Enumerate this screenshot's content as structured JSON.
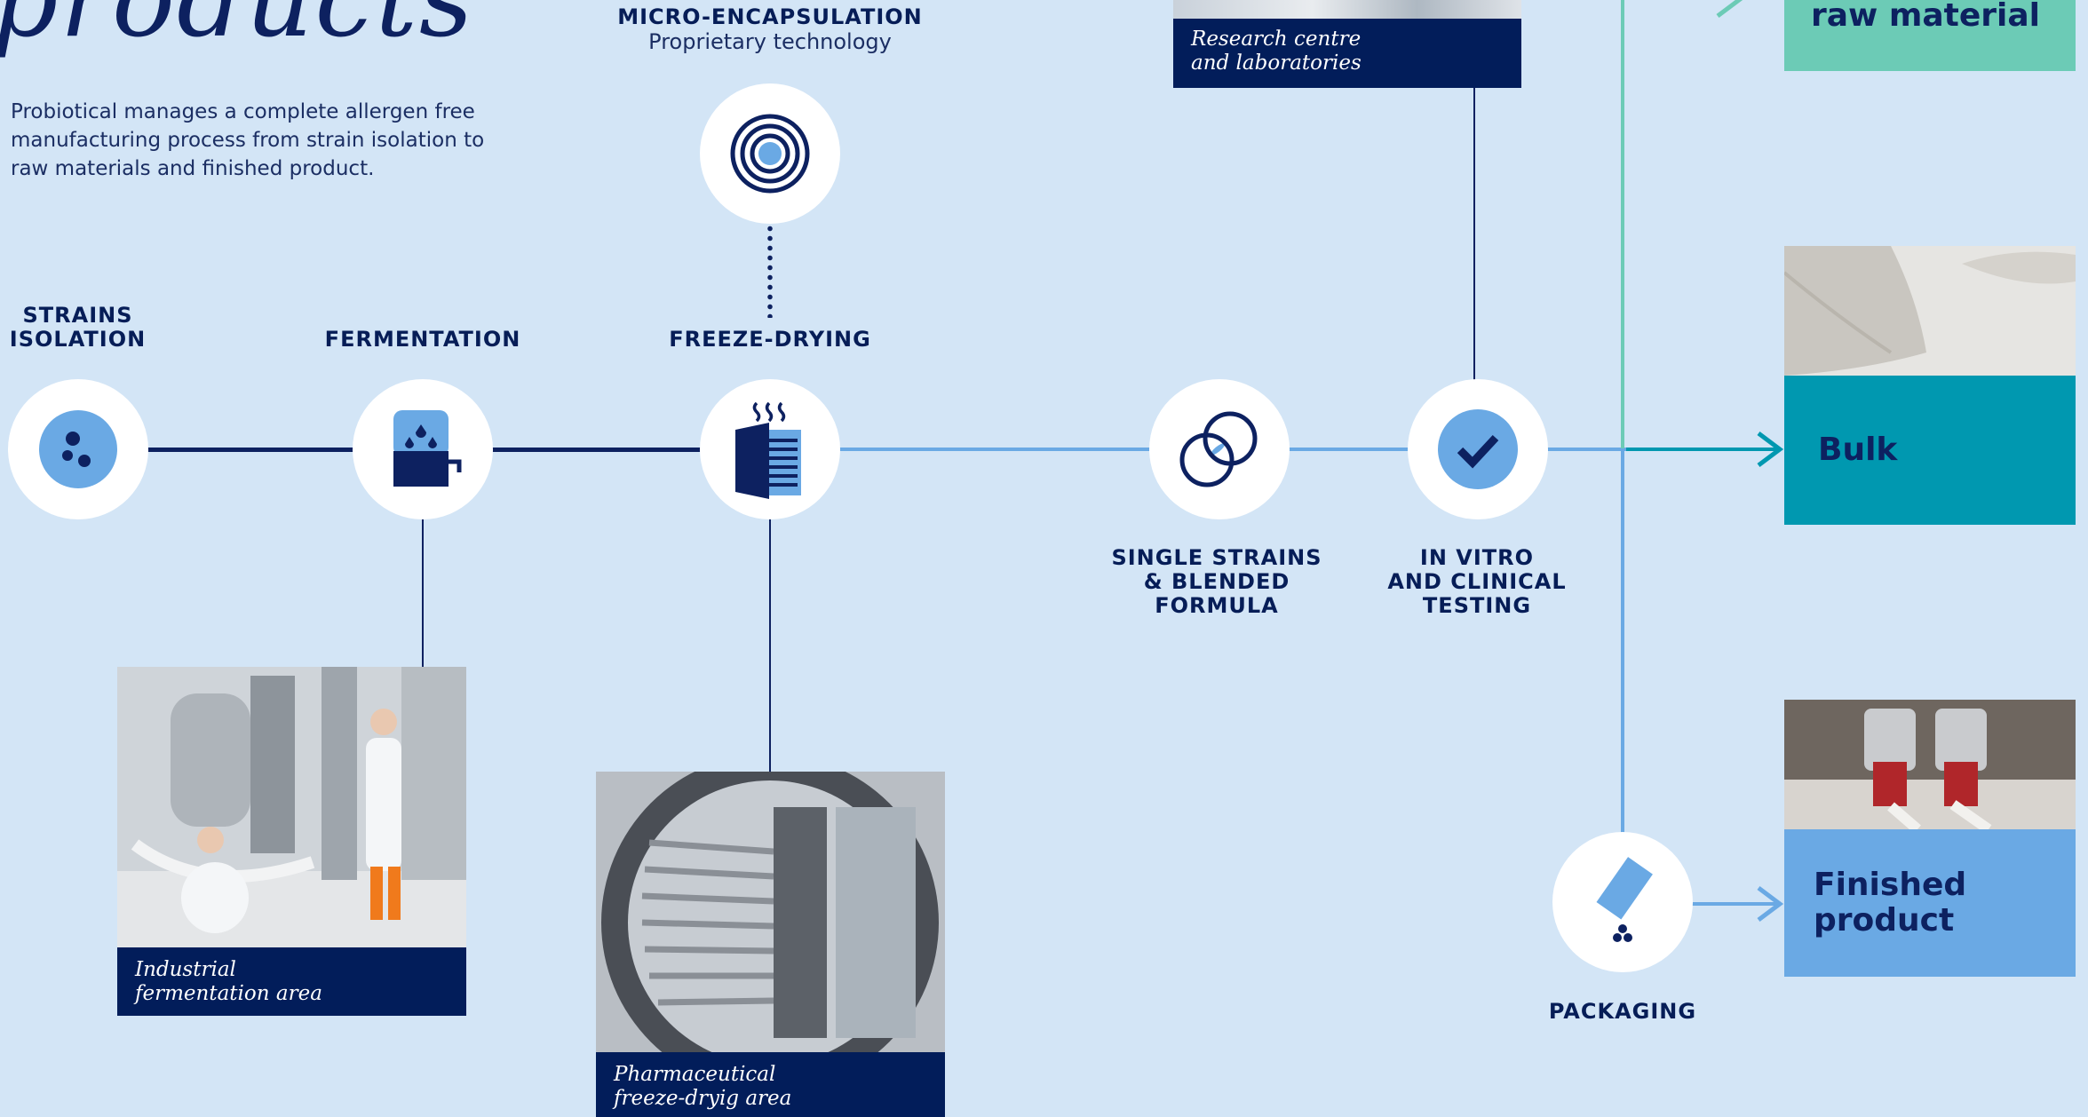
{
  "header": {
    "title_fragment": "products",
    "intro": "Probiotical manages a complete allergen free manufacturing process from strain isolation to raw materials and finished product."
  },
  "steps": {
    "strains": "STRAINS\nISOLATION",
    "fermentation": "FERMENTATION",
    "freeze_drying": "FREEZE-DRYING",
    "single_strains": "SINGLE STRAINS\n& BLENDED\nFORMULA",
    "testing": "IN VITRO\nAND CLINICAL\nTESTING",
    "packaging": "PACKAGING"
  },
  "micro": {
    "title": "MICRO-ENCAPSULATION",
    "subtitle": "Proprietary technology"
  },
  "captions": {
    "research": "Research centre\nand laboratories",
    "fermentation": "Industrial\nfermentation area",
    "freeze": "Pharmaceutical\nfreeze-dryig area"
  },
  "outputs": {
    "raw": "raw material",
    "bulk": "Bulk",
    "finished": "Finished\nproduct"
  },
  "colors": {
    "background": "#d3e5f6",
    "navy": "#021d5a",
    "light_blue": "#6aa9e4",
    "teal": "#0098b0",
    "mint": "#6ccbb6"
  },
  "icons": [
    "petri-dish-icon",
    "fermenter-tank-icon",
    "freeze-dryer-icon",
    "target-icon",
    "overlapping-circles-icon",
    "checkmark-icon",
    "sachet-icon",
    "arrow-right-icon"
  ]
}
